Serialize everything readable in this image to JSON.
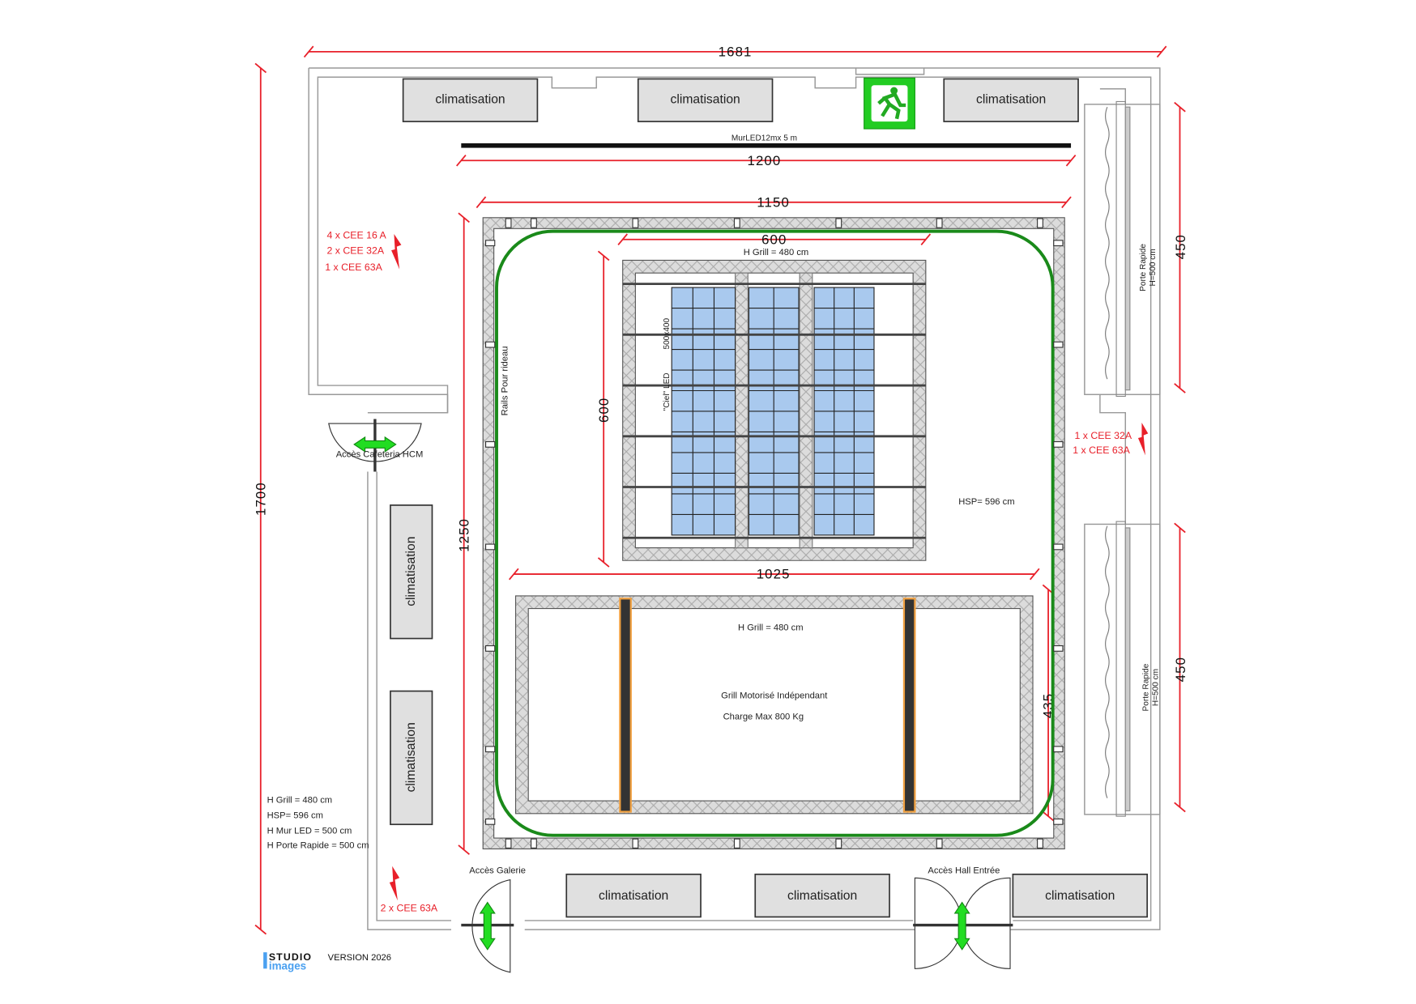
{
  "dimensions": {
    "width": "1681",
    "height": "1700",
    "led_wall": "1200",
    "truss_width": "1150",
    "truss_height": "1250",
    "grid_width": "600",
    "grid_height": "600",
    "grill_width": "1025",
    "grill_height": "435",
    "door_top": "450",
    "door_bottom": "450"
  },
  "climatisation": [
    "climatisation",
    "climatisation",
    "climatisation",
    "climatisation",
    "climatisation",
    "climatisation",
    "climatisation",
    "climatisation"
  ],
  "led_wall_label": "MurLED12mx 5 m",
  "grid": {
    "h_grill": "H Grill = 480 cm",
    "size_label": "500x400",
    "ciel_label": "\"Ciel\" LED",
    "panel_color": "#a9c9ee"
  },
  "rails_label": "Rails Pour rideau",
  "hsp_label": "HSP= 596 cm",
  "grill": {
    "h_grill": "H Grill = 480 cm",
    "title": "Grill Motorisé Indépendant",
    "charge": "Charge Max 800 Kg"
  },
  "power": {
    "top_left": [
      "4 x CEE 16 A",
      "2 x CEE 32A",
      "1 x CEE 63A"
    ],
    "right": [
      "1 x CEE 32A",
      "1 x CEE 63A"
    ],
    "bottom_left": "2 x CEE 63A"
  },
  "doors": {
    "porte_rapide": "Porte Rapide",
    "porte_height": "H=500 cm",
    "cafeteria": "Accès Cafeteria HCM",
    "galerie": "Accès Galerie",
    "hall": "Accès Hall Entrée"
  },
  "legend": [
    "H Grill = 480 cm",
    "HSP= 596 cm",
    "H Mur LED = 500 cm",
    "H Porte Rapide = 500 cm"
  ],
  "logo": {
    "line1": "STUDIO",
    "line2": "images"
  },
  "version": "VERSION 2026",
  "colors": {
    "red": "#e8202a",
    "green": "#1a8a1a",
    "arrow": "#22dd22",
    "orange": "#f0a040"
  }
}
